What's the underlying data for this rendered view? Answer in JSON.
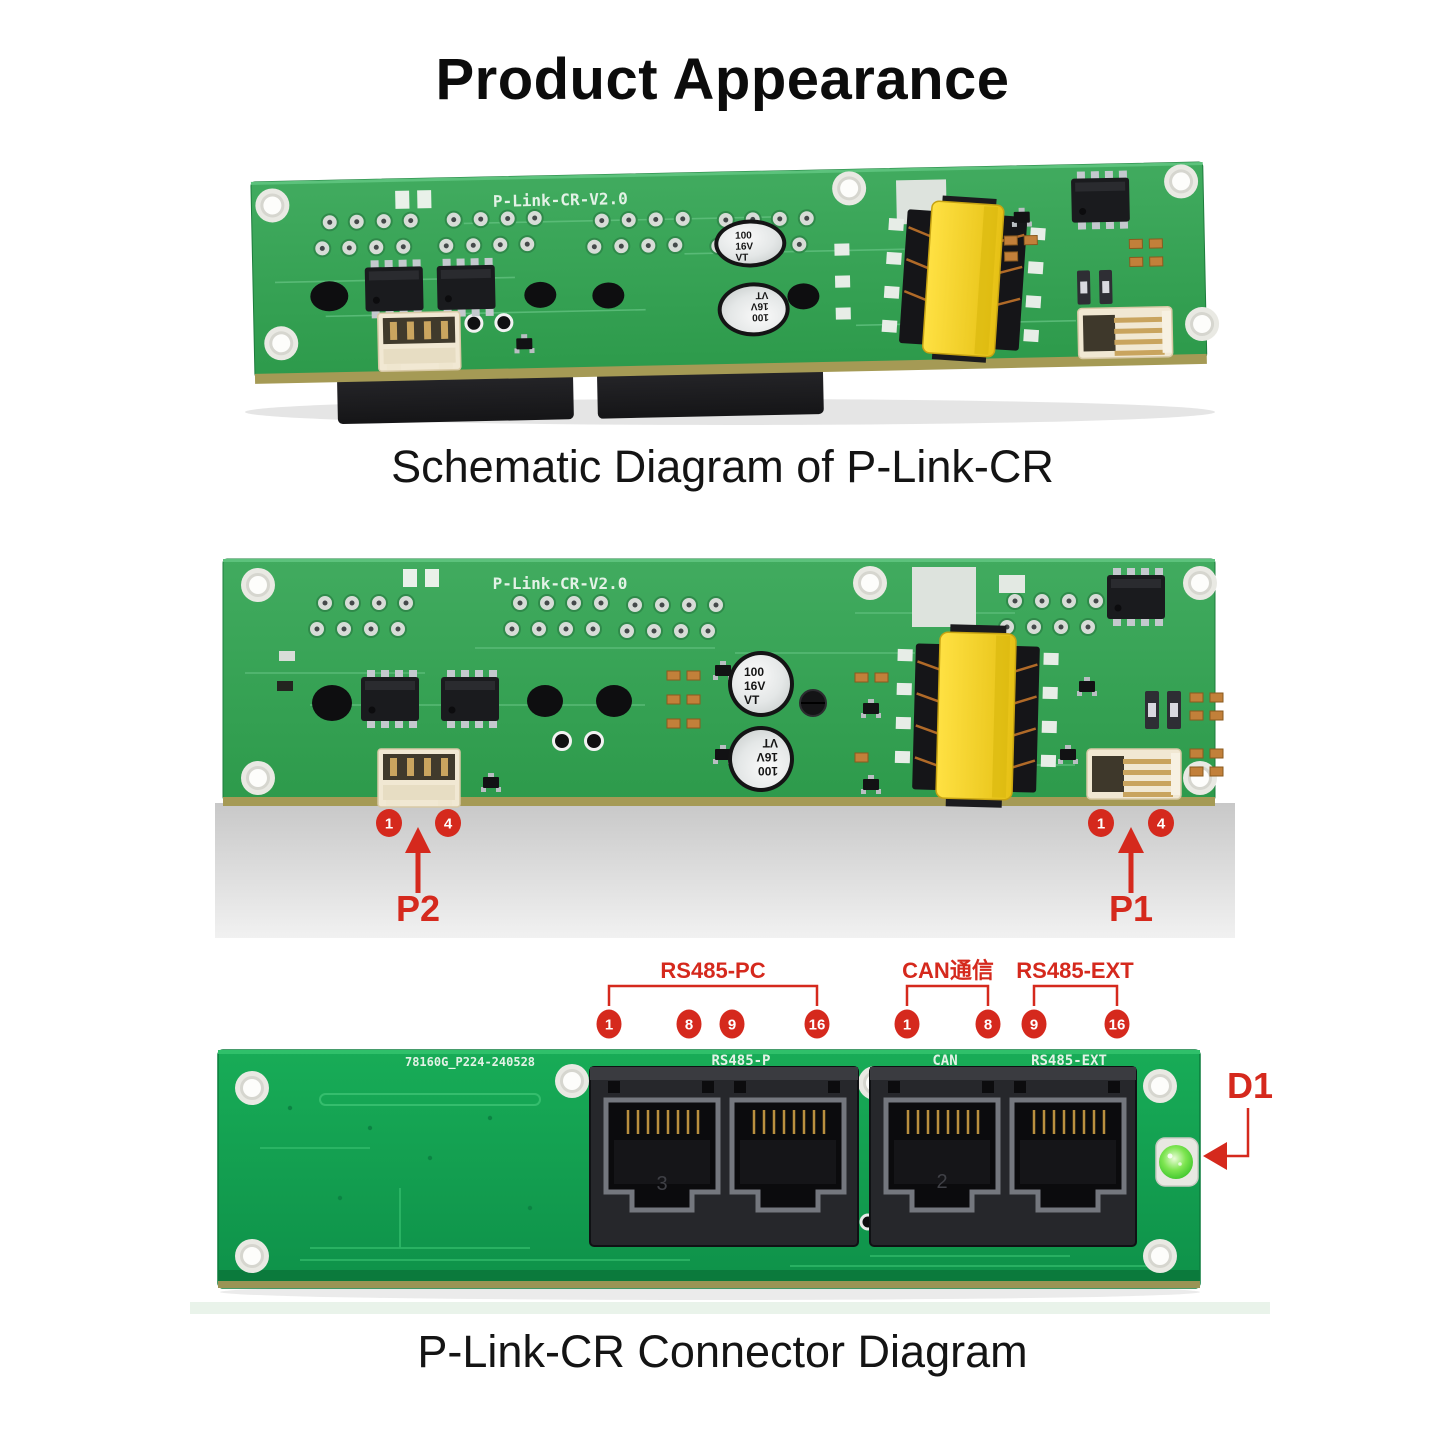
{
  "title": "Product Appearance",
  "captions": {
    "photo1": "Schematic Diagram of P-Link-CR",
    "photo3": "P-Link-CR Connector Diagram"
  },
  "photo1": {
    "board_label": "P-Link-CR-V2.0",
    "cap_lines": [
      "100",
      "16V",
      "VT"
    ]
  },
  "photo2": {
    "board_label": "P-Link-CR-V2.0",
    "cap_lines": [
      "100",
      "16V",
      "VT"
    ],
    "p2": {
      "label": "P2",
      "pin_start": "1",
      "pin_end": "4"
    },
    "p1": {
      "label": "P1",
      "pin_start": "1",
      "pin_end": "4"
    }
  },
  "photo3": {
    "board_code": "78160G_P224-240528",
    "silkscreen": {
      "port_group1": "RS485-P",
      "port_group2": "CAN",
      "port_group3": "RS485-EXT"
    },
    "pin_groups": [
      {
        "label": "RS485-PC",
        "pins": [
          "1",
          "8",
          "9",
          "16"
        ]
      },
      {
        "label": "CAN通信",
        "pins": [
          "1",
          "8"
        ]
      },
      {
        "label": "RS485-EXT",
        "pins": [
          "9",
          "16"
        ]
      }
    ],
    "port_marks": [
      "3",
      "2"
    ],
    "led": {
      "label": "D1"
    }
  },
  "colors": {
    "annotation_red": "#d5291d",
    "board_green": "#2fa04f",
    "board_green_connector": "#12a351",
    "transformer_yellow": "#f2cf1e",
    "led_green": "#46cf2e",
    "connector_beige": "#f1e8d3",
    "table_gray": "#cccccc"
  }
}
